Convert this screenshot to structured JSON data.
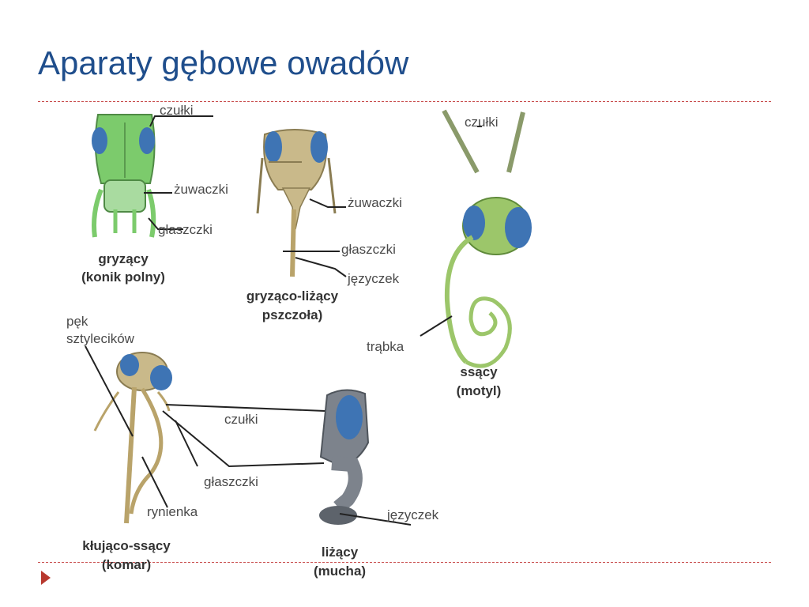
{
  "title": "Aparaty gębowe owadów",
  "grasshopper": {
    "labels": {
      "antennae": "czułki",
      "mandibles": "żuwaczki",
      "palps": "głaszczki"
    },
    "caption": [
      "gryzący",
      "(konik polny)"
    ]
  },
  "bee": {
    "labels": {
      "mandibles": "żuwaczki",
      "palps": "głaszczki",
      "tongue": "języczek"
    },
    "caption": [
      "gryząco-liżący",
      "pszczoła)"
    ]
  },
  "butterfly": {
    "labels": {
      "antennae": "czułki",
      "proboscis": "trąbka"
    },
    "caption": [
      "ssący",
      "(motyl)"
    ]
  },
  "mosquito": {
    "labels": {
      "stylets": [
        "pęk",
        "sztylecików"
      ],
      "antennae": "czułki",
      "palps": "głaszczki",
      "groove": "rynienka"
    },
    "caption": [
      "kłująco-ssący",
      "(komar)"
    ]
  },
  "fly": {
    "labels": {
      "tongue": "języczek"
    },
    "caption": [
      "liżący",
      "(mucha)"
    ]
  },
  "colors": {
    "title": "#1f4e8c",
    "rule": "#c84c4c",
    "bullet": "#b8392f",
    "eye": "#3e74b4",
    "grasshopper": "#7ccb6c",
    "bee": "#c9b98a",
    "butterfly": "#9cc66a",
    "mosquito": "#c9b98a",
    "fly": "#7d838c"
  }
}
